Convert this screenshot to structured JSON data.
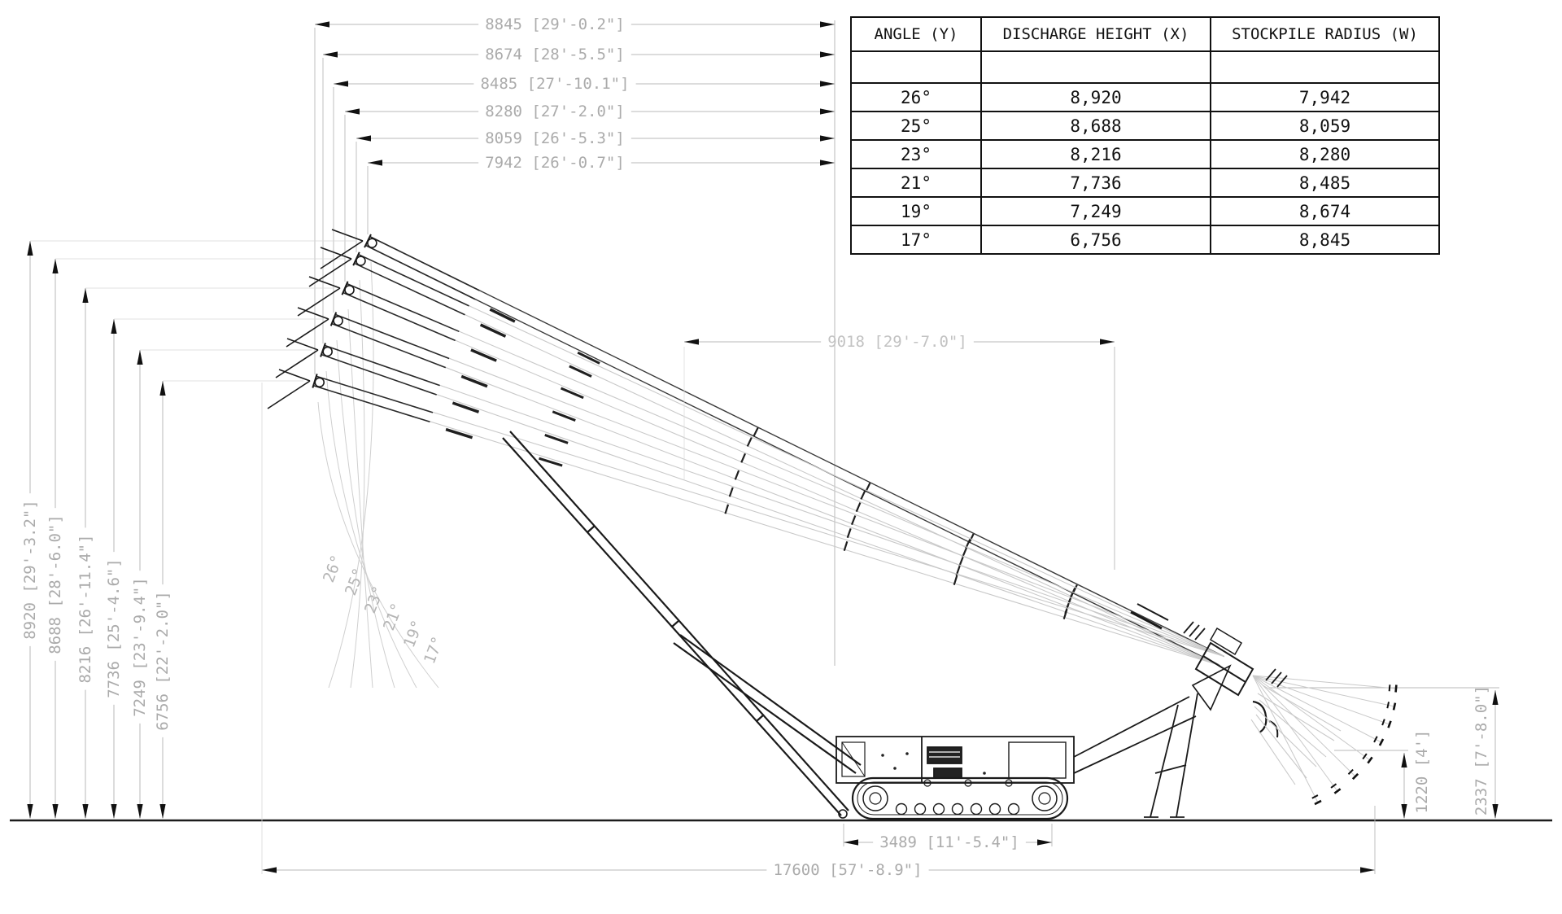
{
  "table": {
    "headers": [
      "ANGLE (Y)",
      "DISCHARGE HEIGHT (X)",
      "STOCKPILE RADIUS (W)"
    ],
    "rows": [
      {
        "angle": "26°",
        "height": "8,920",
        "radius": "7,942"
      },
      {
        "angle": "25°",
        "height": "8,688",
        "radius": "8,059"
      },
      {
        "angle": "23°",
        "height": "8,216",
        "radius": "8,280"
      },
      {
        "angle": "21°",
        "height": "7,736",
        "radius": "8,485"
      },
      {
        "angle": "19°",
        "height": "7,249",
        "radius": "8,674"
      },
      {
        "angle": "17°",
        "height": "6,756",
        "radius": "8,845"
      }
    ]
  },
  "dimensions": {
    "top": [
      {
        "label": "8845 [29'-0.2\"]"
      },
      {
        "label": "8674 [28'-5.5\"]"
      },
      {
        "label": "8485 [27'-10.1\"]"
      },
      {
        "label": "8280 [27'-2.0\"]"
      },
      {
        "label": "8059 [26'-5.3\"]"
      },
      {
        "label": "7942 [26'-0.7\"]"
      }
    ],
    "left": [
      {
        "label": "8920 [29'-3.2\"]"
      },
      {
        "label": "8688 [28'-6.0\"]"
      },
      {
        "label": "8216 [26'-11.4\"]"
      },
      {
        "label": "7736 [25'-4.6\"]"
      },
      {
        "label": "7249 [23'-9.4\"]"
      },
      {
        "label": "6756 [22'-2.0\"]"
      }
    ],
    "angles": [
      "26°",
      "25°",
      "23°",
      "21°",
      "19°",
      "17°"
    ],
    "mid": {
      "label": "9018 [29'-7.0\"]"
    },
    "right": [
      {
        "label": "1220 [4']"
      },
      {
        "label": "2337 [7'-8.0\"]"
      }
    ],
    "bottom": [
      {
        "label": "3489 [11'-5.4\"]"
      },
      {
        "label": "17600 [57'-8.9\"]"
      }
    ]
  },
  "colors": {
    "dark": "#161616",
    "dim_line": "#b9b9b9",
    "dim_text": "#ababab",
    "ghost": "#c9c9c9",
    "mid_text": "#c2c2c2"
  }
}
